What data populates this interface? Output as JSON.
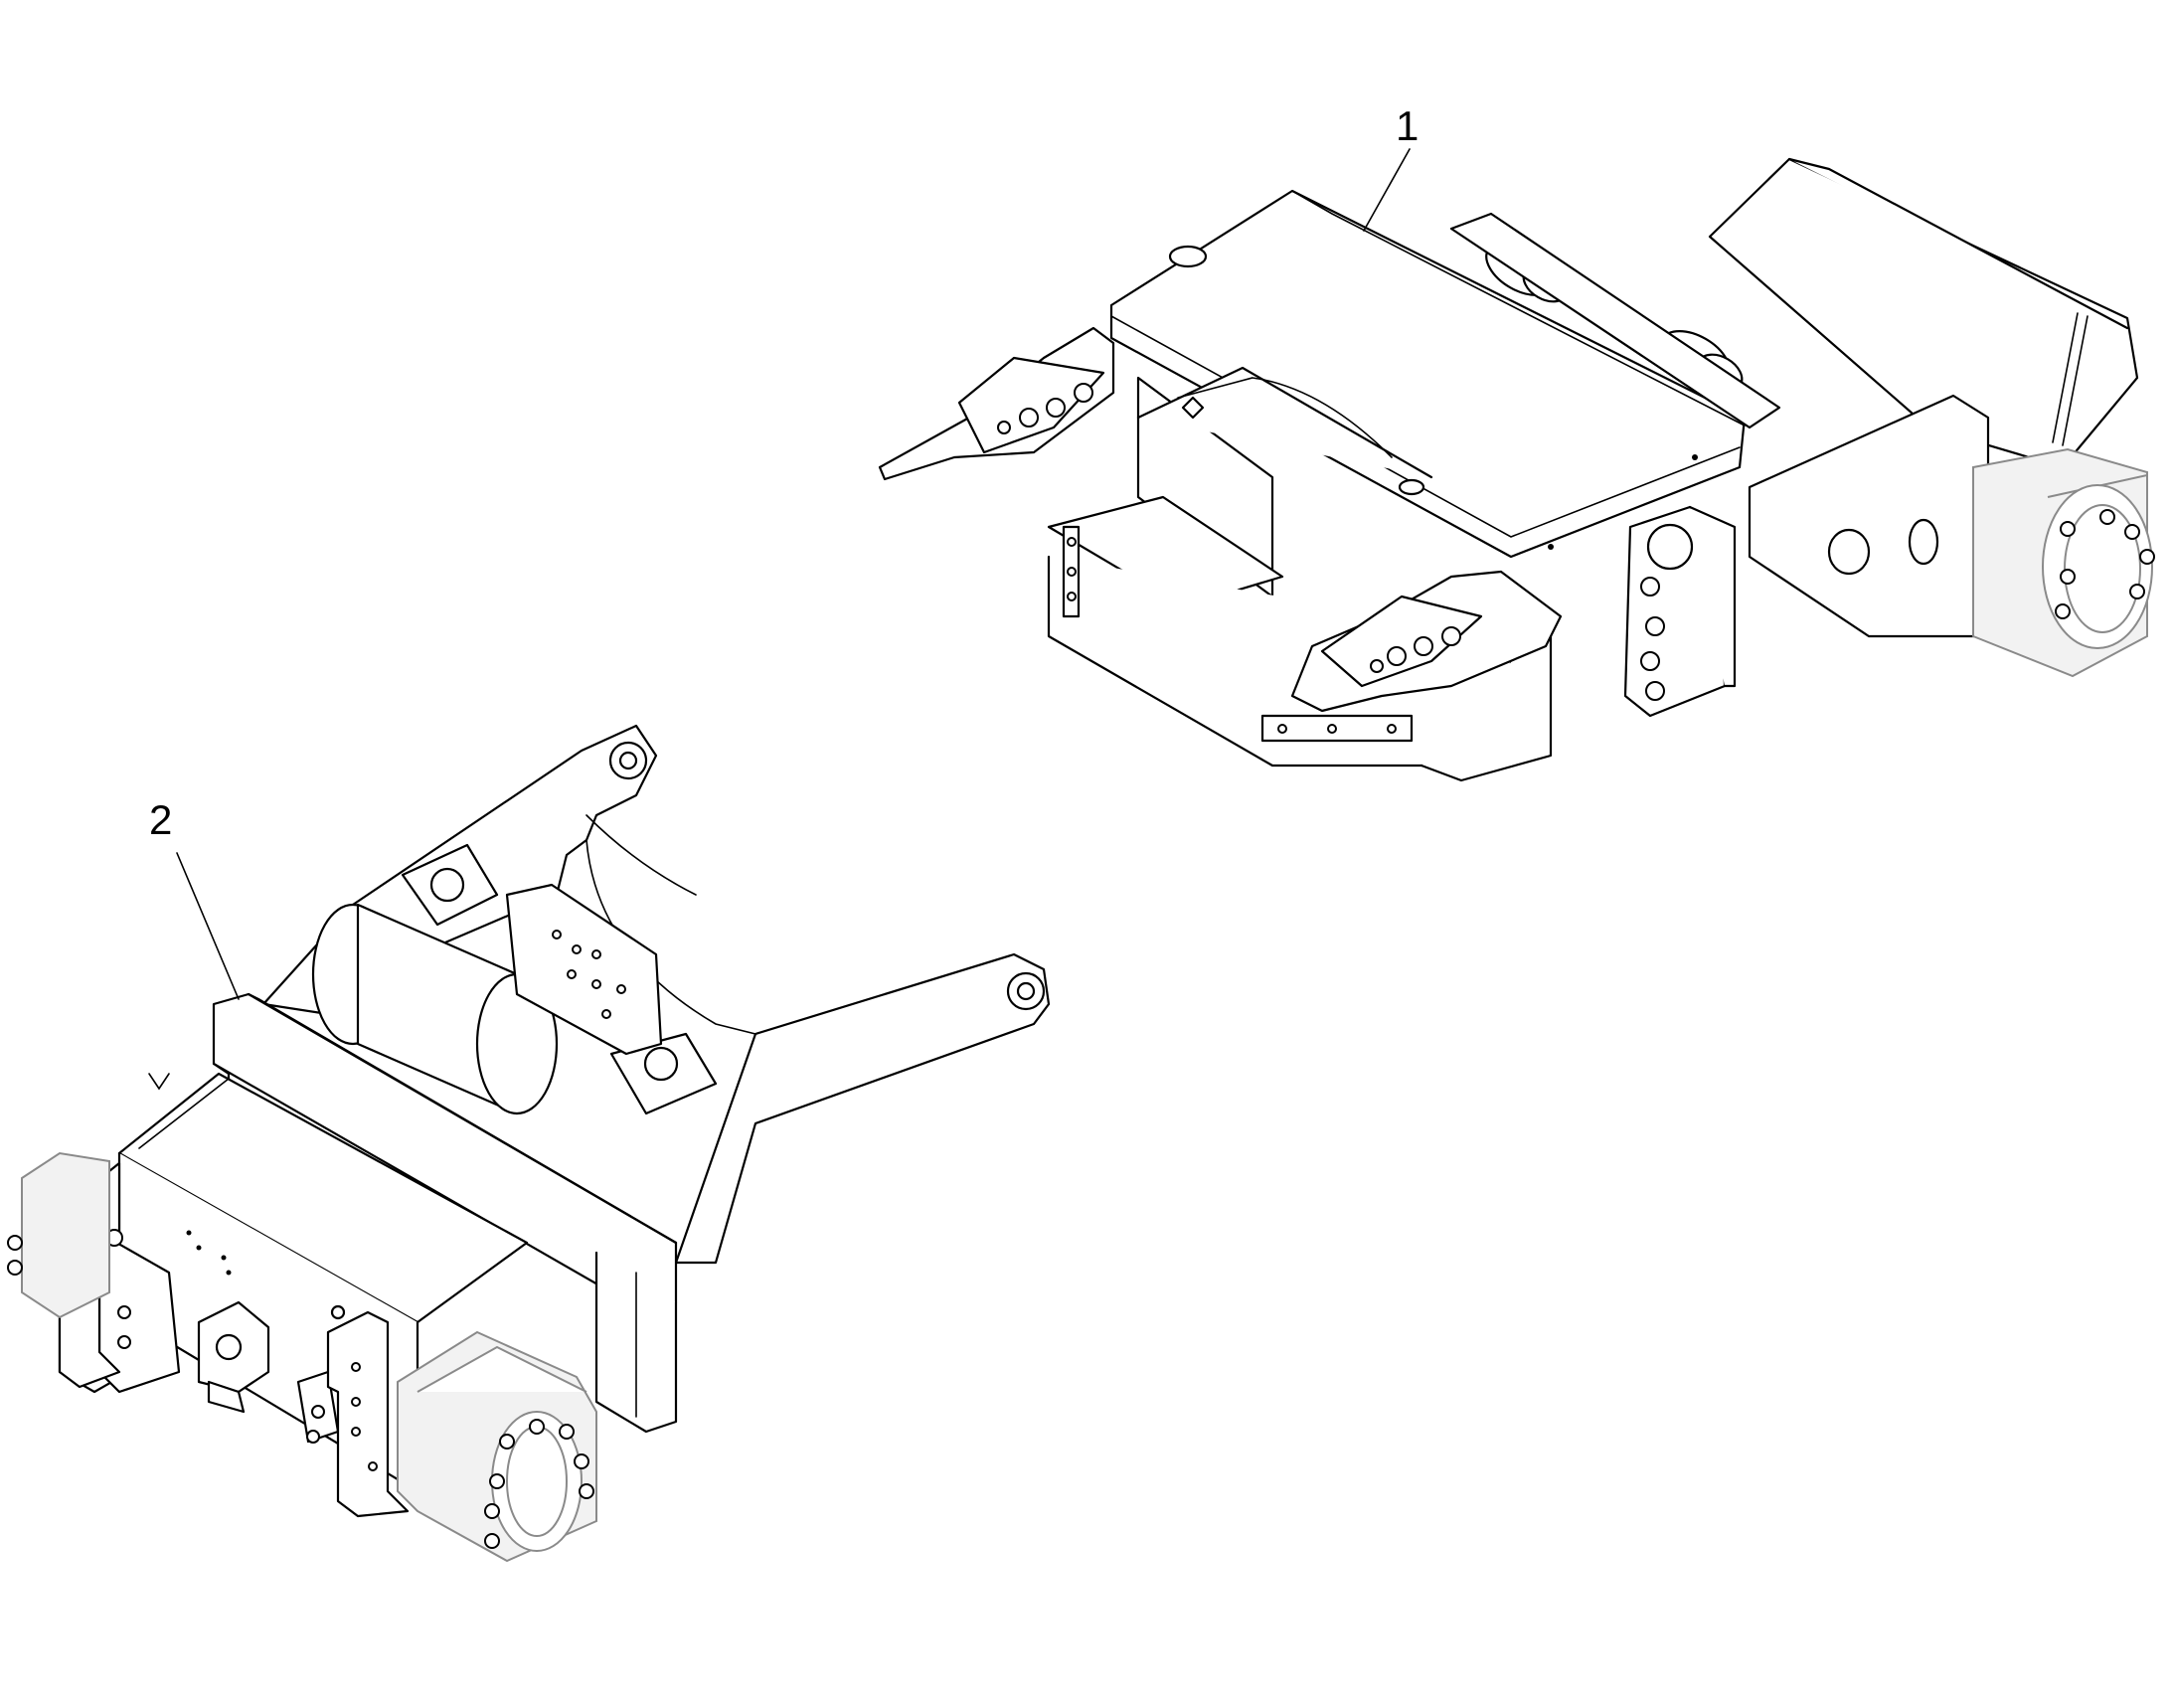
{
  "diagram": {
    "callouts": [
      {
        "id": "1",
        "label": "1"
      },
      {
        "id": "2",
        "label": "2"
      }
    ],
    "parts": [
      {
        "ref": "1",
        "name-icon": "axle-frame-assembly-icon"
      },
      {
        "ref": "2",
        "name-icon": "loader-frame-assembly-icon"
      }
    ]
  }
}
